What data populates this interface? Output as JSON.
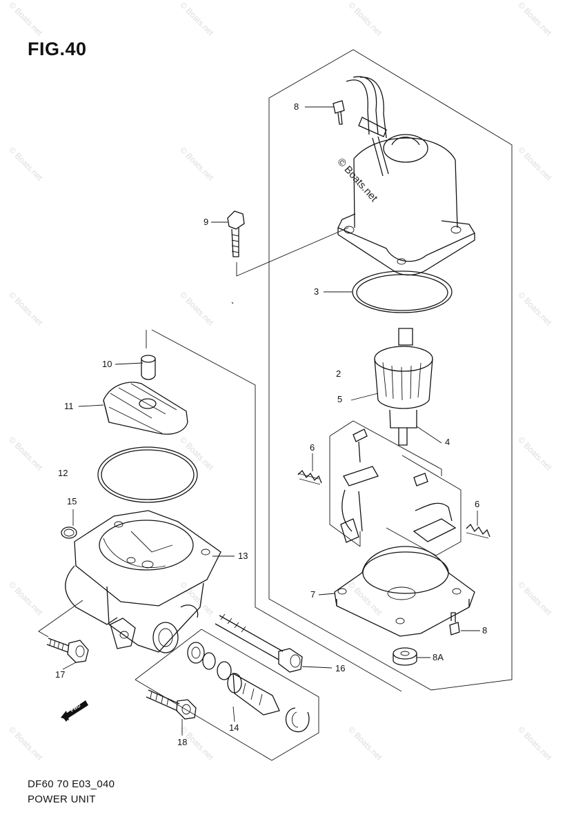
{
  "figure": {
    "title": "FIG.40",
    "footer_code": "DF60 70 E03_040",
    "footer_name": "POWER UNIT",
    "diagram_copyright": "© Boats.net",
    "watermark": "© Boats.net"
  },
  "callouts": {
    "p8_top": "8",
    "p9": "9",
    "p3": "3",
    "p2": "2",
    "p5": "5",
    "p4": "4",
    "p6_left": "6",
    "p6_right": "6",
    "p7": "7",
    "p8_bottom": "8",
    "p8A": "8A",
    "p10": "10",
    "p11": "11",
    "p12": "12",
    "p15": "15",
    "p13": "13",
    "p16": "16",
    "p17": "17",
    "p14": "14",
    "p18": "18"
  },
  "badges": {
    "fwd": "FWD"
  }
}
